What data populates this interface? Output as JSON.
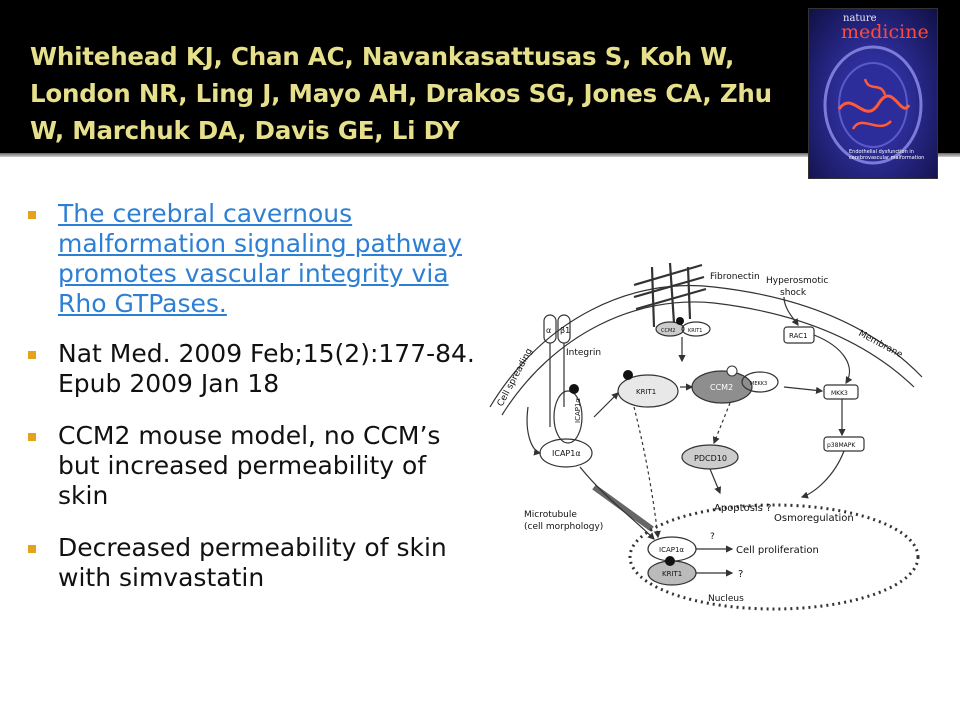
{
  "header": {
    "title": "Whitehead KJ, Chan AC, Navankasattusas S, Koh W, London NR, Ling J, Mayo AH, Drakos SG, Jones CA, Zhu W, Marchuk DA, Davis GE, Li DY"
  },
  "cover": {
    "brand_top": "nature",
    "brand_bottom": "medicine",
    "caption": "Endothelial dysfunction in cerebrovascular malformation"
  },
  "bullets": [
    {
      "text": "The cerebral cavernous malformation signaling pathway promotes vascular integrity via Rho GTPases.",
      "link": true
    },
    {
      "text": "Nat Med. 2009 Feb;15(2):177-84. Epub 2009 Jan 18",
      "link": false
    },
    {
      "text": "CCM2 mouse model, no CCM’s but increased permeability of skin",
      "link": false
    },
    {
      "text": "Decreased permeability of skin with simvastatin",
      "link": false
    }
  ],
  "diagram": {
    "labels": {
      "fibronectin": "Fibronectin",
      "hyperosmotic": "Hyperosmotic",
      "shock": "shock",
      "integrin": "Integrin",
      "membrane": "Membrane",
      "cell_spreading": "Cell spreading",
      "alpha": "α",
      "beta1": "β1",
      "icap1a_1": "ICAP1α",
      "ccm2_small": "CCM2",
      "krit1_small": "KRIT1",
      "rac1": "RAC1",
      "krit1_main": "KRIT1",
      "ccm2_main": "CCM2",
      "mekk3": "MEKK3",
      "icap1a_2": "ICAP1α",
      "mkk3": "MKK3",
      "pdcd10": "PDCD10",
      "p38mapk": "p38MAPK",
      "microtubule": "Microtubule",
      "cell_morphology": "(cell morphology)",
      "apoptosis": "Apoptosis ?",
      "osmoregulation": "Osmoregulation",
      "icap1a_3": "ICAP1α",
      "krit1_nuc": "KRIT1",
      "cell_proliferation": "Cell proliferation",
      "q1": "?",
      "q2": "?",
      "nucleus": "Nucleus"
    }
  }
}
